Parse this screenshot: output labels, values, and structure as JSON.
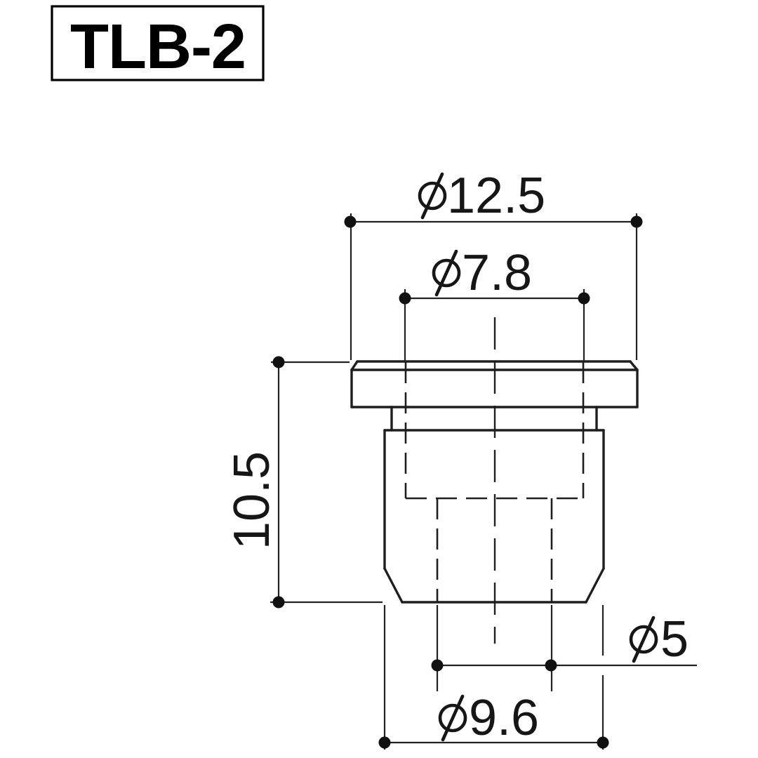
{
  "title_block": {
    "model_number": "TLB-2"
  },
  "drawing": {
    "dimensions": {
      "flange_diameter": {
        "symbol": "φ",
        "value": "12.5",
        "label": "φ12.5"
      },
      "counterbore_diameter": {
        "symbol": "φ",
        "value": "7.8",
        "label": "φ7.8"
      },
      "overall_height": {
        "symbol": "",
        "value": "10.5",
        "label": "10.5"
      },
      "hole_diameter": {
        "symbol": "φ",
        "value": "5",
        "label": "φ5"
      },
      "body_diameter": {
        "symbol": "φ",
        "value": "9.6",
        "label": "φ9.6"
      }
    },
    "colors": {
      "line": "#1e1e1e",
      "text": "#161616",
      "background": "#ffffff"
    }
  }
}
